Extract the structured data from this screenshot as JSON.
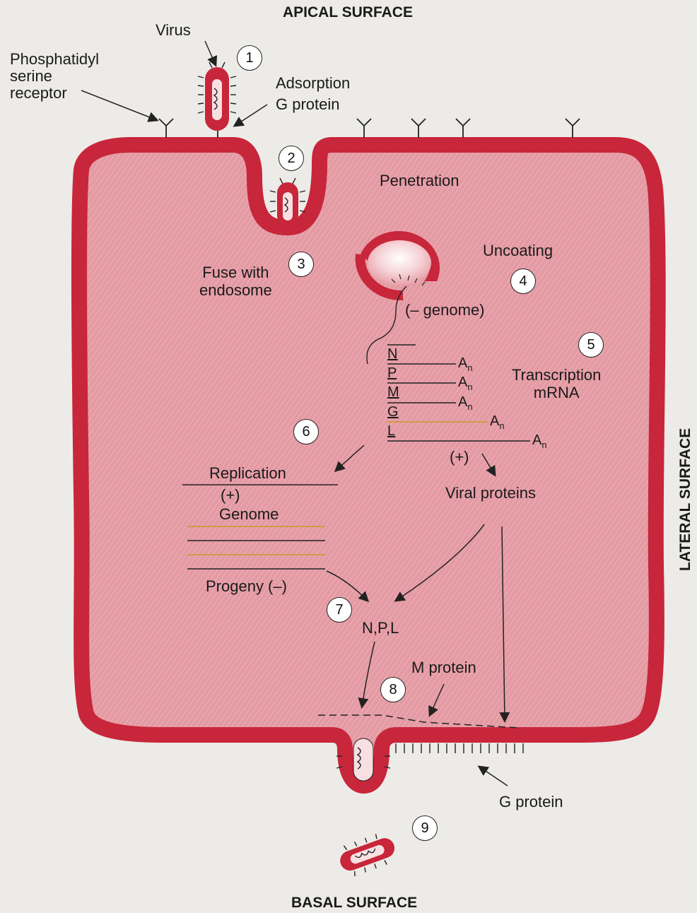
{
  "surfaces": {
    "apical": "APICAL SURFACE",
    "basal": "BASAL SURFACE",
    "lateral": "LATERAL SURFACE"
  },
  "labels": {
    "virus": "Virus",
    "receptor": "Phosphatidyl\nserine\nreceptor",
    "adsorption": "Adsorption",
    "g_protein_top": "G protein",
    "penetration": "Penetration",
    "fuse": "Fuse with\nendosome",
    "uncoating": "Uncoating",
    "neg_genome": "(– genome)",
    "transcription": "Transcription\nmRNA",
    "plus_sign": "(+)",
    "viral_proteins": "Viral proteins",
    "replication": "Replication",
    "replication_plus": "(+)",
    "genome": "Genome",
    "progeny": "Progeny (–)",
    "npl": "N,P,L",
    "m_protein": "M protein",
    "g_protein_bottom": "G protein"
  },
  "genes": [
    "N",
    "P",
    "M",
    "G",
    "L"
  ],
  "poly_a": "A",
  "poly_a_sub": "n",
  "steps": [
    "1",
    "2",
    "3",
    "4",
    "5",
    "6",
    "7",
    "8",
    "9"
  ],
  "colors": {
    "membrane": "#c8263a",
    "cytoplasm": "#e7a0a8",
    "background": "#ecebe8",
    "text": "#1a1a1a"
  }
}
